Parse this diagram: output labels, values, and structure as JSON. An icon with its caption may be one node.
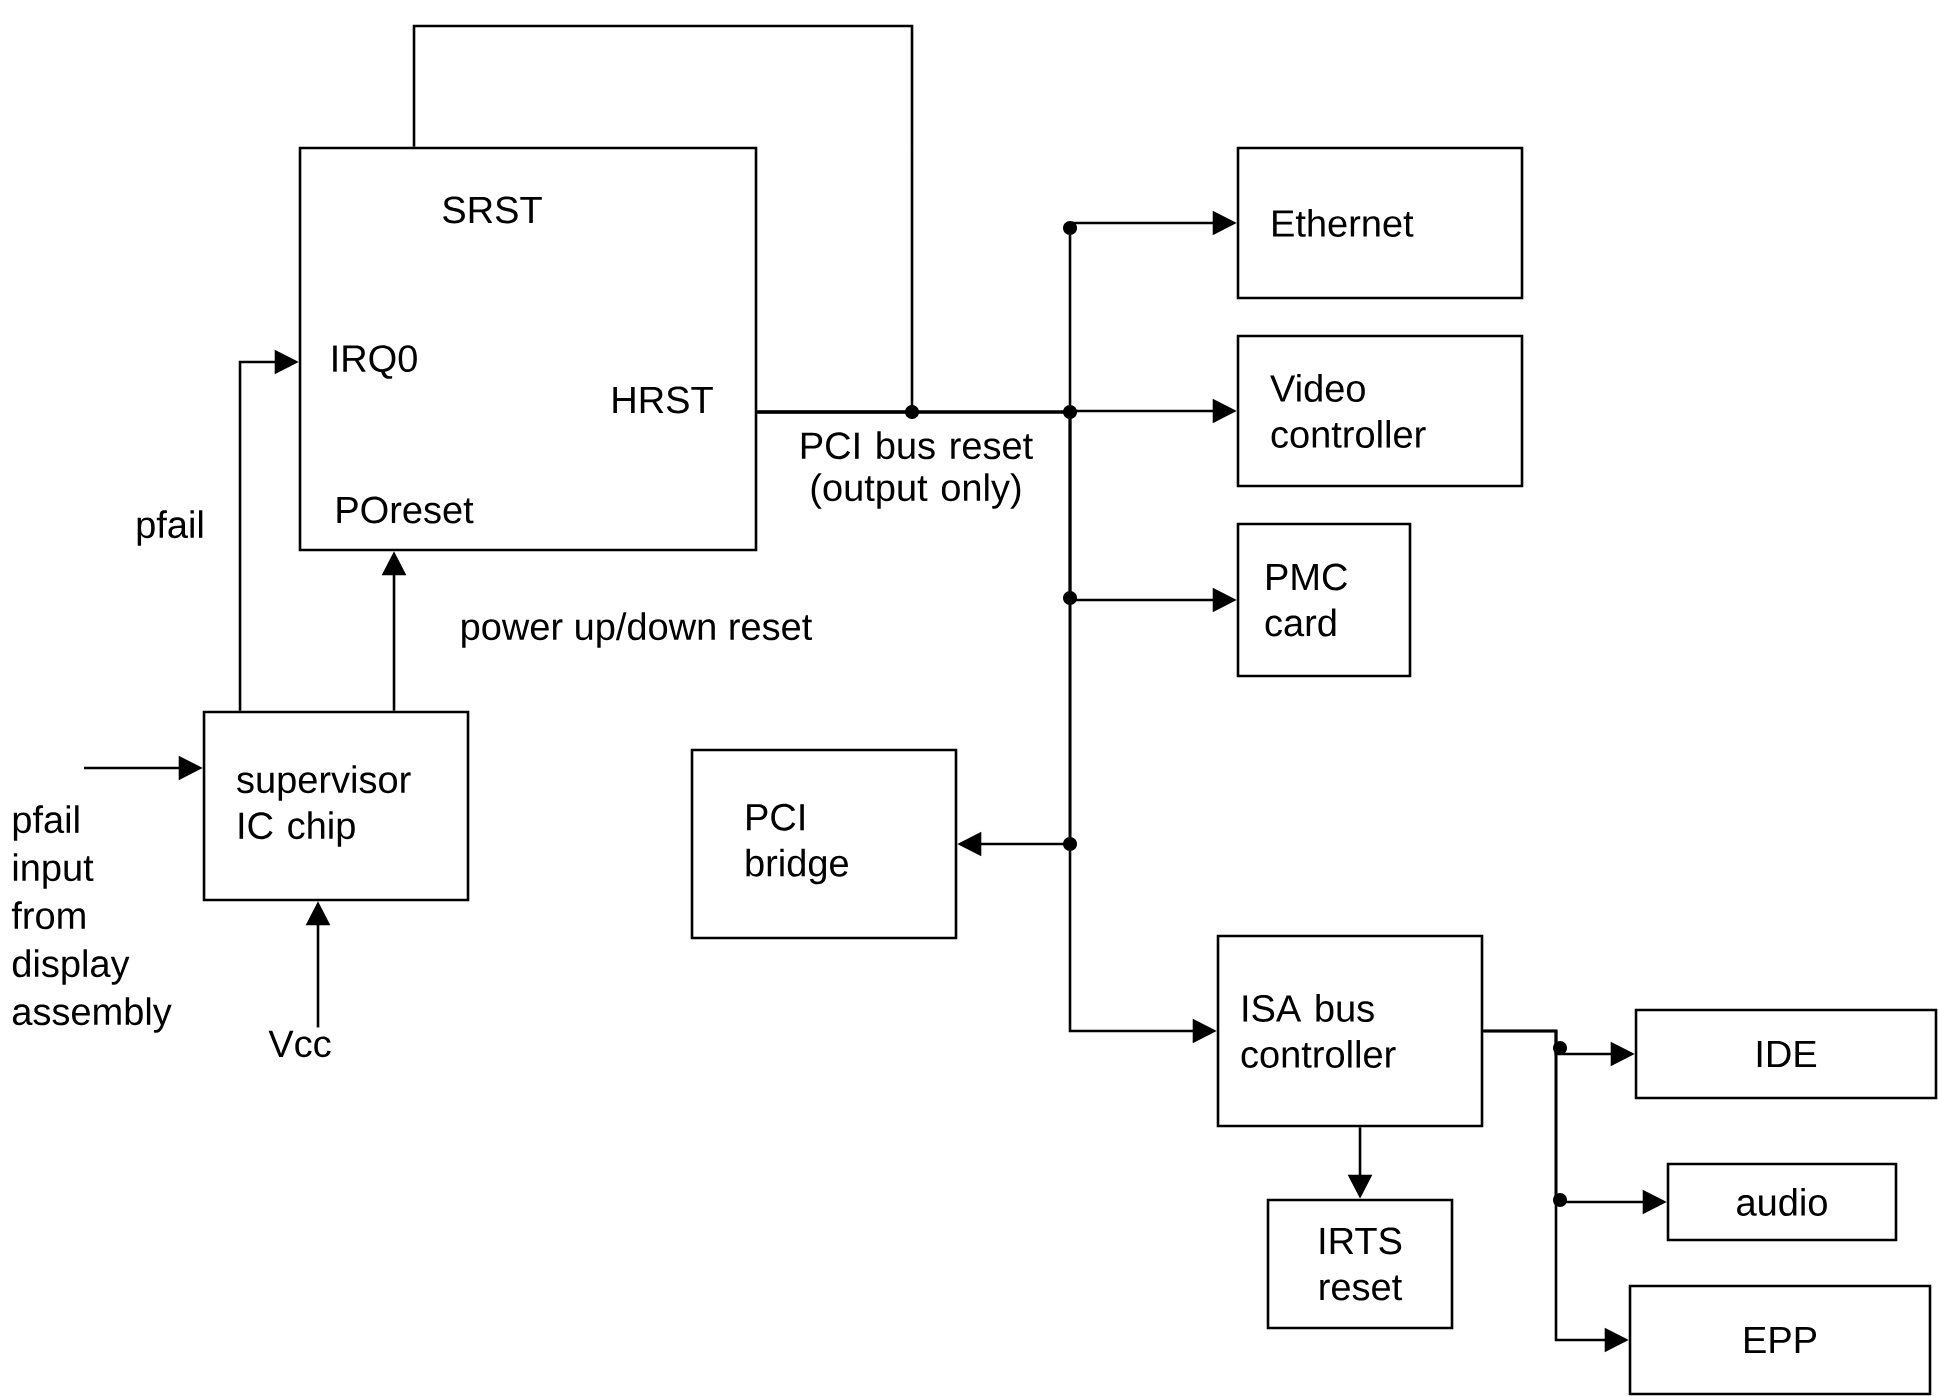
{
  "diagram": {
    "nodes": [
      {
        "text": [
          "SRST",
          "IRQ0",
          "HRST",
          "POreset"
        ]
      },
      {
        "text": [
          "supervisor IC chip"
        ]
      },
      {
        "text": [
          "PCI bridge"
        ]
      },
      {
        "text": [
          "Ethernet"
        ]
      },
      {
        "text": [
          "Video controller"
        ]
      },
      {
        "text": [
          "PMC card"
        ]
      },
      {
        "text": [
          "ISA bus controller"
        ]
      },
      {
        "text": [
          "IDE"
        ]
      },
      {
        "text": [
          "audio"
        ]
      },
      {
        "text": [
          "IRTS reset"
        ]
      },
      {
        "text": [
          "EPP"
        ]
      },
      {
        "text": [
          "Vcc"
        ]
      }
    ],
    "edges": [
      {
        "from": 1,
        "to": 0,
        "arrow": "to",
        "label": "pfail"
      },
      {
        "from": 1,
        "to": 0,
        "arrow": "to",
        "label": "power up/down reset"
      },
      {
        "from": null,
        "to": 1,
        "arrow": "to",
        "label": "pfail input from display assembly"
      },
      {
        "from": 11,
        "to": 1,
        "arrow": "to"
      },
      {
        "from": 0,
        "to": 0,
        "arrow": "none"
      },
      {
        "from": 0,
        "to": 3,
        "arrow": "to"
      },
      {
        "from": 0,
        "to": 4,
        "arrow": "to",
        "label": "PCI bus reset (output only)"
      },
      {
        "from": 0,
        "to": 5,
        "arrow": "to"
      },
      {
        "from": 0,
        "to": 2,
        "arrow": "to"
      },
      {
        "from": 0,
        "to": 6,
        "arrow": "to"
      },
      {
        "from": 6,
        "to": 7,
        "arrow": "to"
      },
      {
        "from": 6,
        "to": 8,
        "arrow": "to"
      },
      {
        "from": 6,
        "to": 10,
        "arrow": "to"
      },
      {
        "from": 6,
        "to": 9,
        "arrow": "to"
      }
    ]
  }
}
